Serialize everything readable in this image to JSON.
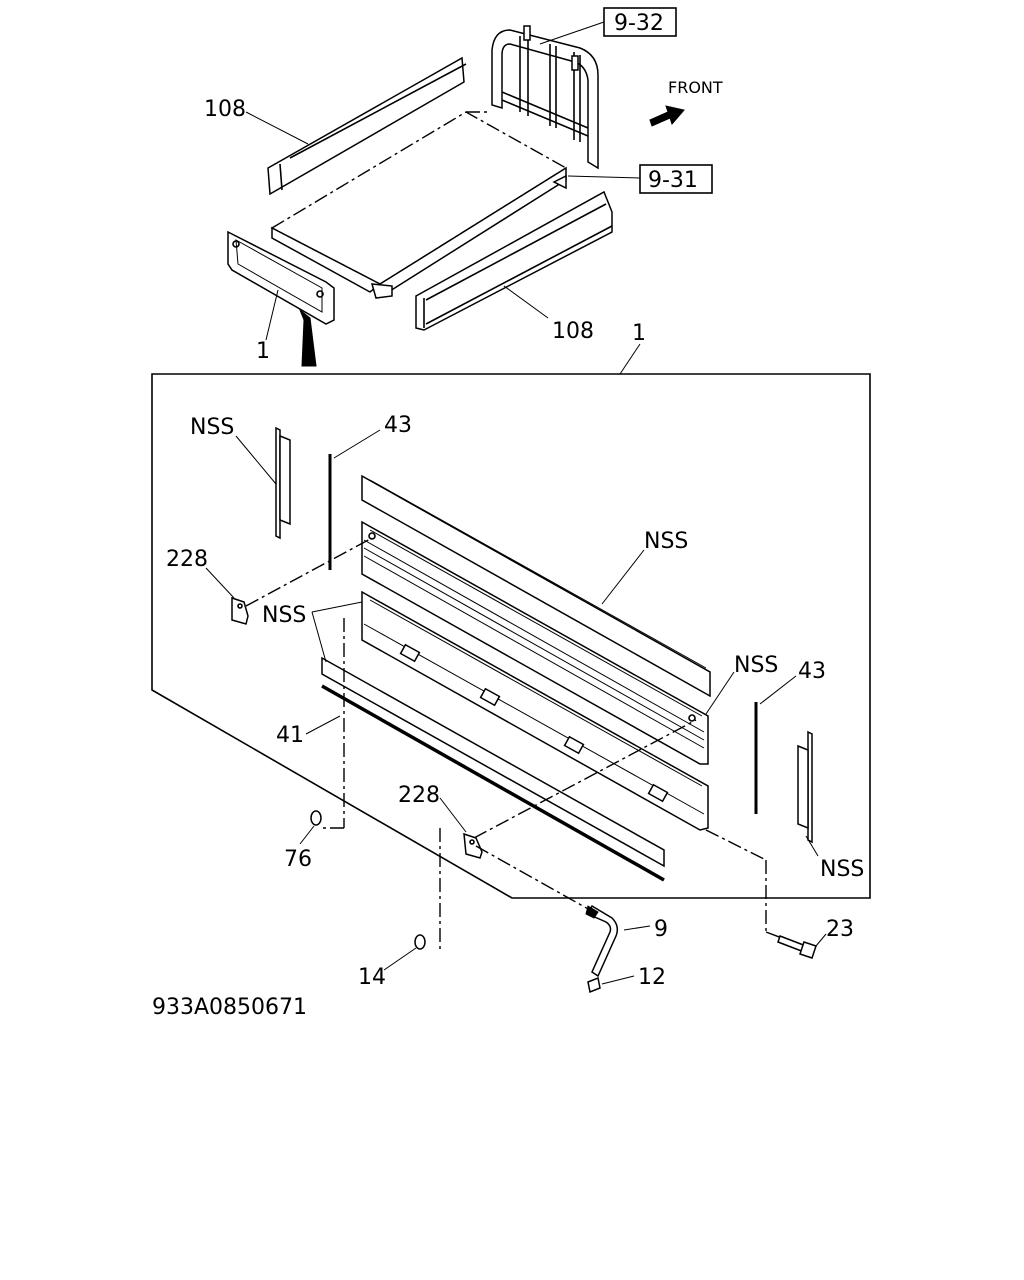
{
  "refs": {
    "ref_9_32": "9-32",
    "ref_9_31": "9-31"
  },
  "front_label": "FRONT",
  "callouts": {
    "c108_top": "108",
    "c108_bottom": "108",
    "c1_left": "1",
    "c1_right": "1",
    "c43_left": "43",
    "c43_right": "43",
    "nss_top_left": "NSS",
    "nss_board": "NSS",
    "nss_pair": "NSS",
    "nss_right_mid": "NSS",
    "nss_right_bottom": "NSS",
    "c228_left": "228",
    "c228_bottom": "228",
    "c41": "41",
    "c76": "76",
    "c9": "9",
    "c12": "12",
    "c14": "14",
    "c23": "23"
  },
  "drawing_number": "933A0850671"
}
